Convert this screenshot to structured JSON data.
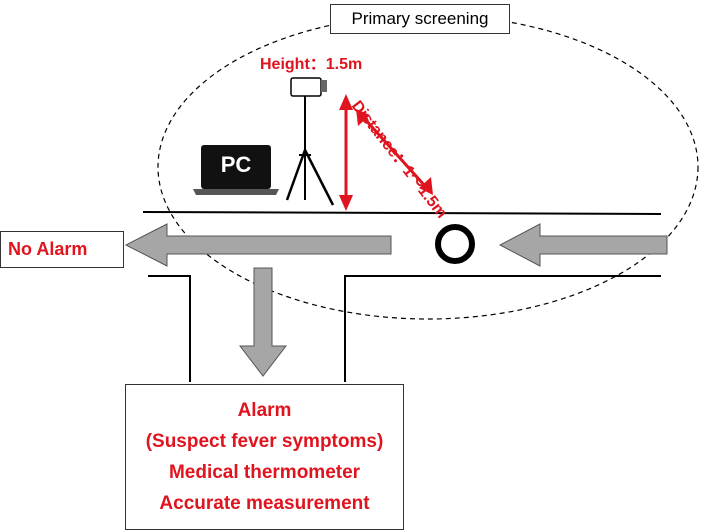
{
  "zone": {
    "title": "Primary screening"
  },
  "camera": {
    "height_label": "Height：1.5m",
    "distance_label": "Distance：1～1.5m"
  },
  "pc": {
    "label": "PC"
  },
  "outcomes": {
    "no_alarm": "No Alarm",
    "alarm_lines": [
      "Alarm",
      "(Suspect fever symptoms)",
      "Medical thermometer",
      "Accurate measurement"
    ]
  },
  "colors": {
    "accent_red": "#e0141e",
    "arrow_gray": "#a6a6a6"
  }
}
